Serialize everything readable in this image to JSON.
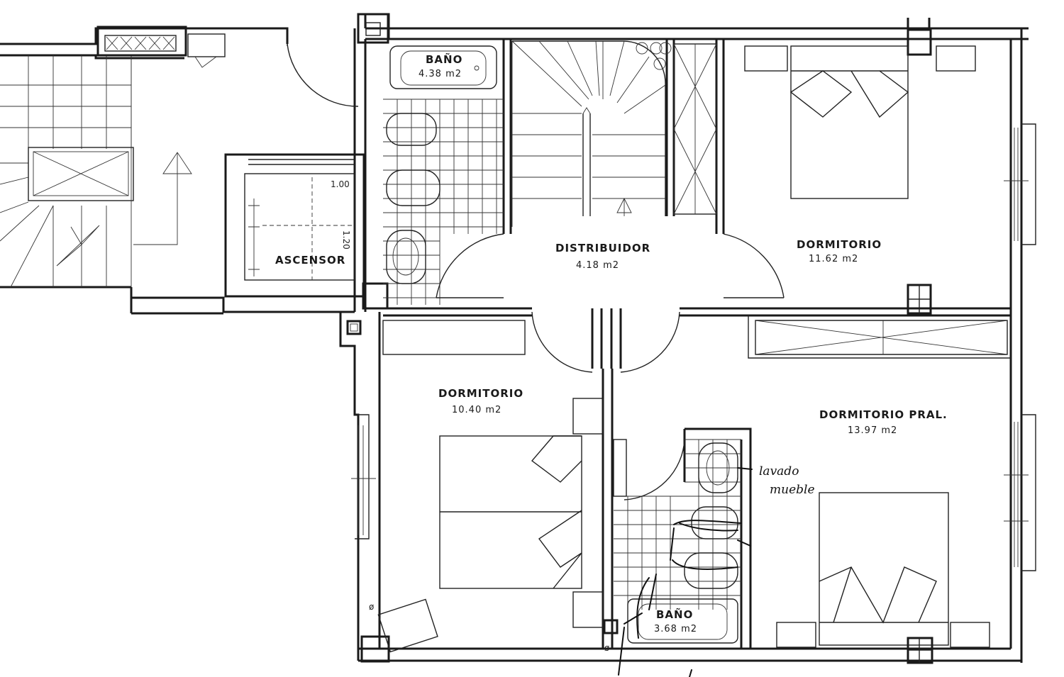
{
  "rooms": {
    "bano_1": {
      "label": "BAÑO",
      "area": "4.38 m2"
    },
    "distribuidor": {
      "label": "DISTRIBUIDOR",
      "area": "4.18 m2"
    },
    "dormitorio_ne": {
      "label": "DORMITORIO",
      "area": "11.62 m2"
    },
    "ascensor": {
      "label": "ASCENSOR"
    },
    "dormitorio_sw": {
      "label": "DORMITORIO",
      "area": "10.40 m2"
    },
    "dormitorio_pral": {
      "label": "DORMITORIO PRAL.",
      "area": "13.97 m2"
    },
    "bano_2": {
      "label": "BAÑO",
      "area": "3.68 m2"
    }
  },
  "dimensions": {
    "elevator_width": "1.00",
    "elevator_depth": "1.20"
  },
  "handwritten_note": {
    "line1": "lavado",
    "line2": "mueble"
  },
  "colors": {
    "ink": "#1a1a1a",
    "paper": "#ffffff"
  }
}
